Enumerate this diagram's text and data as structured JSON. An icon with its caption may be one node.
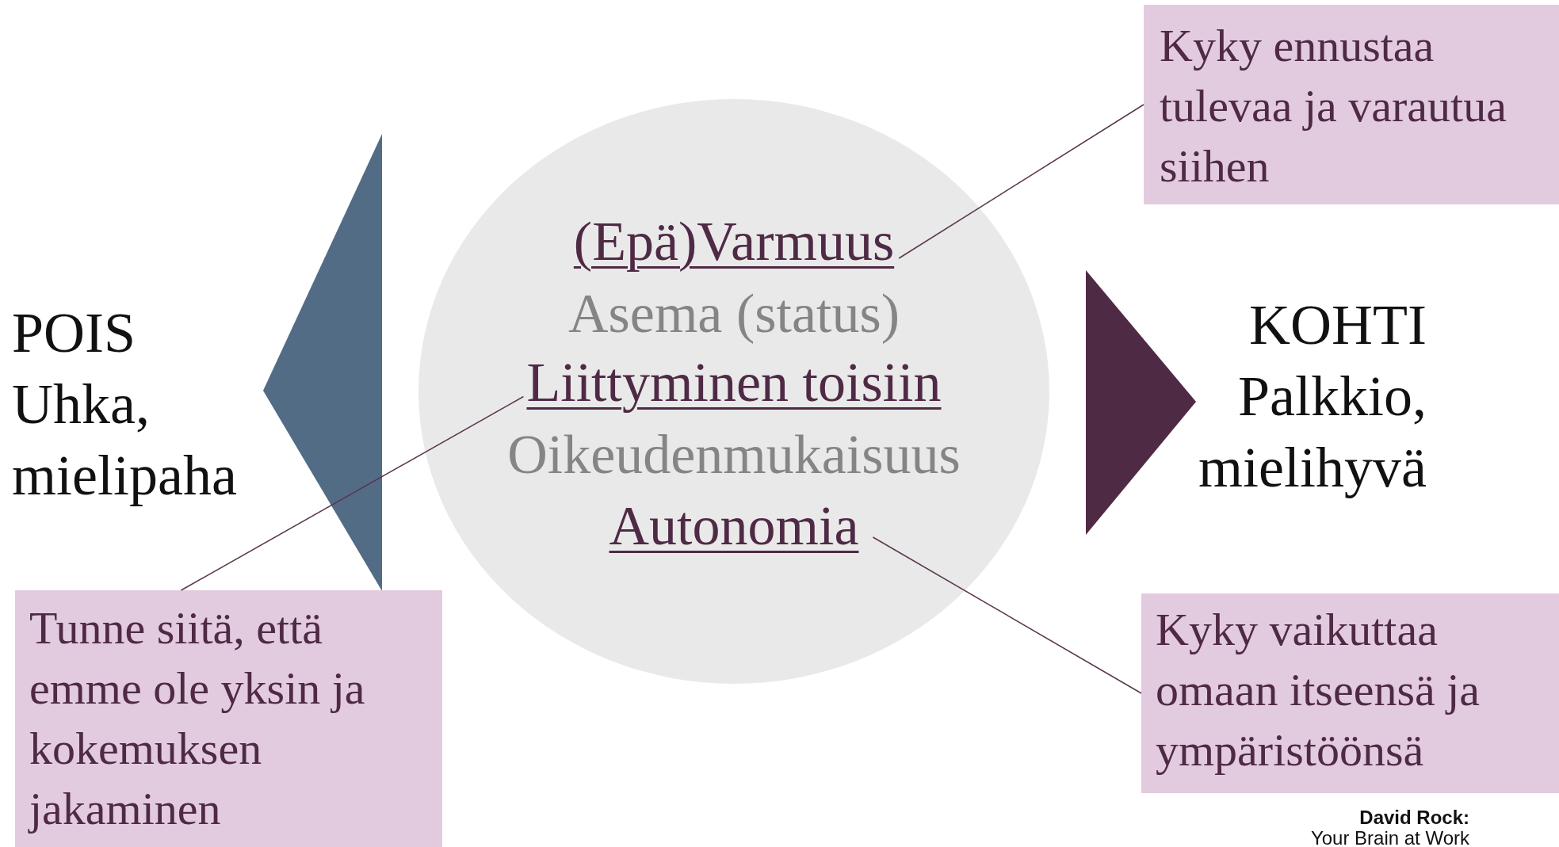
{
  "diagram": {
    "nodes": [
      {
        "text": [],
        "shape": "circle"
      },
      {
        "text": [
          "(Epä)Varmuus"
        ],
        "in": 0
      },
      {
        "text": [
          "Asema (status)"
        ],
        "in": 0
      },
      {
        "text": [
          "Liittyminen toisiin"
        ],
        "in": 0
      },
      {
        "text": [
          "Oikeudenmukaisuus"
        ],
        "in": 0
      },
      {
        "text": [
          "Autonomia"
        ],
        "in": 0
      },
      {
        "text": [
          "Kyky ennustaa tulevaa ja varautua siihen"
        ]
      },
      {
        "text": [
          "Tunne siitä, että emme ole yksin ja kokemuksen jakaminen"
        ]
      },
      {
        "text": [
          "Kyky vaikuttaa omaan itseensä ja ympäristöönsä"
        ]
      }
    ],
    "edges": [
      {
        "from": 6,
        "to": 1,
        "arrow": "none"
      },
      {
        "from": 7,
        "to": 3,
        "arrow": "none"
      },
      {
        "from": 8,
        "to": 5,
        "arrow": "none"
      }
    ],
    "labels": [
      "POIS",
      "Uhka, mielipaha",
      "KOHTI",
      "Palkkio, mielihyvä",
      "David Rock:",
      "Your Brain at Work"
    ]
  }
}
